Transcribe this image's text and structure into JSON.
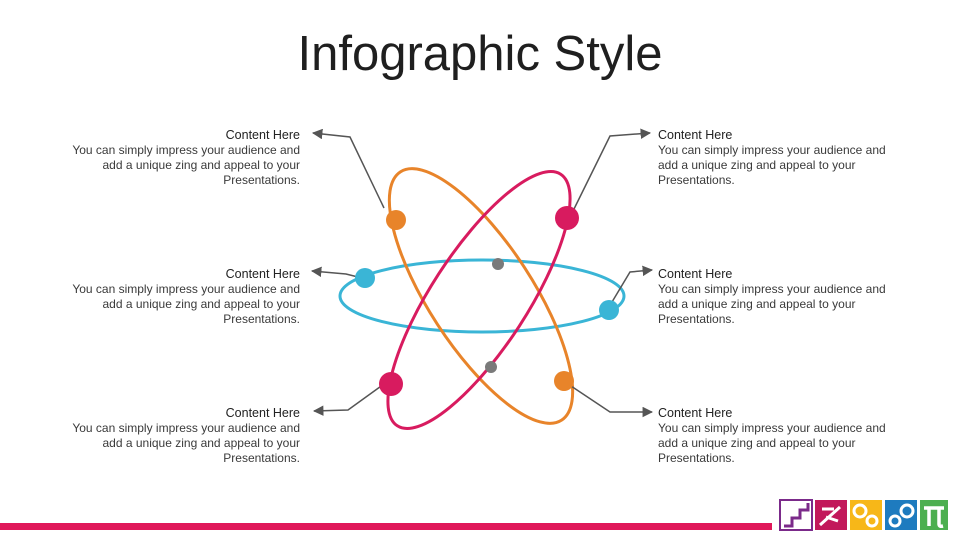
{
  "slide": {
    "title": "Infographic Style"
  },
  "blocks": [
    {
      "heading": "Content  Here",
      "body": "You can simply impress your audience and add a unique zing and appeal to your Presentations."
    },
    {
      "heading": "Content  Here",
      "body": "You can simply impress your audience and add a unique zing and appeal to your Presentations."
    },
    {
      "heading": "Content  Here",
      "body": "You can simply impress your audience and add a unique zing and appeal to your Presentations."
    },
    {
      "heading": "Content  Here",
      "body": "You can simply impress your audience and add a unique zing and appeal to your Presentations."
    },
    {
      "heading": "Content  Here",
      "body": "You can simply impress your audience and add a unique zing and appeal to your Presentations."
    },
    {
      "heading": "Content  Here",
      "body": "You can simply impress your audience and add a unique zing and appeal to your Presentations."
    }
  ],
  "colors": {
    "orange": "#e8842a",
    "magenta": "#d81b5f",
    "cyan": "#3ab5d6",
    "gray": "#7a7a7a",
    "connector": "#555555",
    "accent_bar": "#e0185a"
  },
  "logo": {
    "icons": [
      "stairs-icon",
      "measuring-icon",
      "gears-icon",
      "cogs-icon",
      "pi-icon"
    ]
  }
}
